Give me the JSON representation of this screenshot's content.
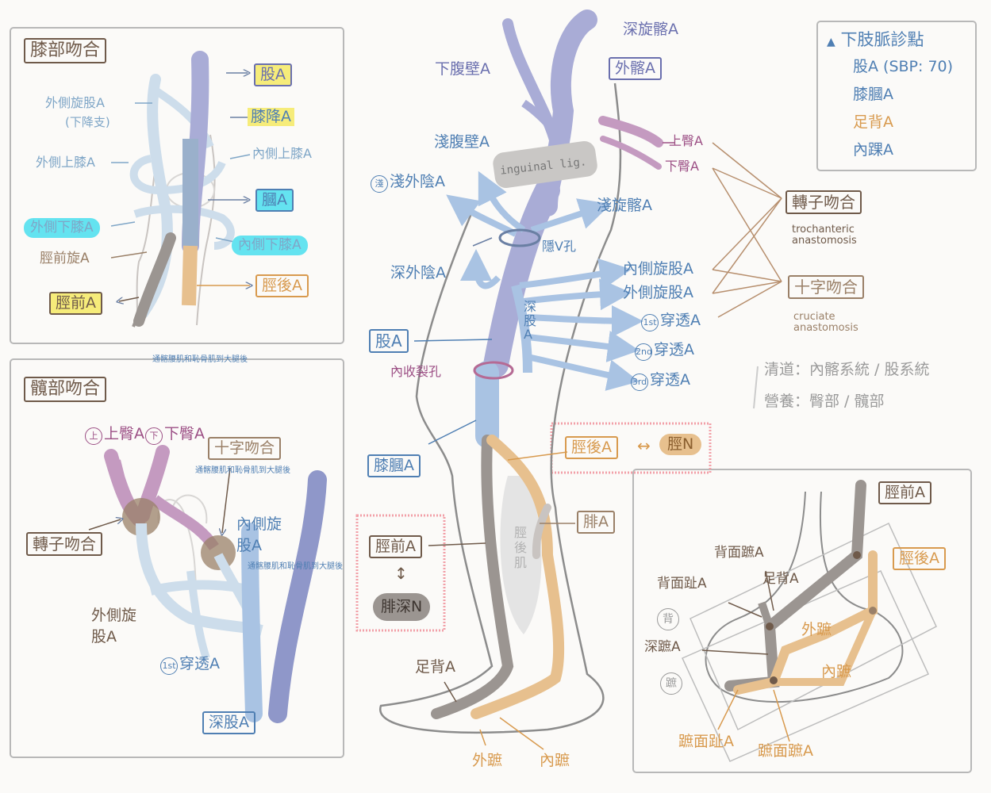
{
  "colors": {
    "femoral": "#a9acd6",
    "deep": "#a9c3e3",
    "popliteal": "#9ab0cb",
    "anterior_tibial": "#9b9591",
    "posterior_tibial": "#e7c08e",
    "glutes": "#c49ac0",
    "outline": "#8c8c8c"
  },
  "legend": {
    "title": "下肢脈診點",
    "items": [
      "股A (SBP: 70)",
      "膝膕A",
      "足背A",
      "內踝A"
    ]
  },
  "knee": {
    "title": "膝部吻合",
    "fem": "股A",
    "lat_circ": "外側旋股A",
    "lat_circ_sub": "(下降支)",
    "desc_genic": "膝降A",
    "lat_sup": "外側上膝A",
    "med_sup": "內側上膝A",
    "popl": "膕A",
    "lat_inf": "外側下膝A",
    "med_inf": "內側下膝A",
    "ant_recur": "脛前旋A",
    "post_tib": "脛後A",
    "ant_tib": "脛前A"
  },
  "hip": {
    "title": "髖部吻合",
    "sup_glut": "上臀A",
    "inf_glut": "下臀A",
    "cruciate": "十字吻合",
    "troch": "轉子吻合",
    "med_circ": "內側旋股A",
    "lat_circ": "外側旋股A",
    "perf1": "穿透A",
    "perf1_ord": "1st",
    "deep_fem": "深股A",
    "note": "通髂腰肌和恥骨肌到大腿後"
  },
  "main": {
    "inf_epi": "下腹壁A",
    "deep_circ_il": "深旋髂A",
    "ext_iliac": "外髂A",
    "sup_epi": "淺腹壁A",
    "inguinal": "inguinal lig.",
    "sup_glut": "上臀A",
    "inf_glut": "下臀A",
    "sup_ext_pud": "淺外陰A",
    "sup_circ_il": "淺旋髂A",
    "saph": "隱V孔",
    "deep_ext_pud": "深外陰A",
    "deep_fem_vertical": "深股A",
    "med_circ": "內側旋股A",
    "lat_circ": "外側旋股A",
    "perf": "穿透A",
    "ord1": "1st",
    "ord2": "2nd",
    "ord3": "3rd",
    "fem": "股A",
    "add_hiatus": "內收裂孔",
    "knee_popl": "膝膕A",
    "pt_pair_a": "脛後A",
    "pt_pair_arrow": "↔",
    "pt_pair_b": "脛N",
    "soleus": "脛後肌",
    "fibular": "腓A",
    "at_pair_a": "脛前A",
    "at_pair_arrow": "↕",
    "at_pair_b": "腓深N",
    "dors_ped": "足背A",
    "lat_plantar": "外蹠",
    "med_plantar": "內蹠",
    "troch_title": "轉子吻合",
    "troch_en": "trochanteric anastomosis",
    "cruc_title": "十字吻合",
    "cruc_en": "cruciate anastomosis",
    "note1": "清道：內髂系統 / 股系統",
    "note2": "營養：臀部 / 髖部",
    "note_small": "通髂腰肌和恥骨肌到大腿後"
  },
  "foot": {
    "ant_tib": "脛前A",
    "post_tib": "脛後A",
    "dors_met": "背面蹠A",
    "dors_dig": "背面趾A",
    "dors_ped": "足背A",
    "deep_plantar": "深蹠A",
    "lat_plantar": "外蹠",
    "med_plantar": "內蹠",
    "back": "背",
    "sole": "蹠",
    "plantar_dig": "蹠面趾A",
    "plantar_met": "蹠面蹠A"
  }
}
